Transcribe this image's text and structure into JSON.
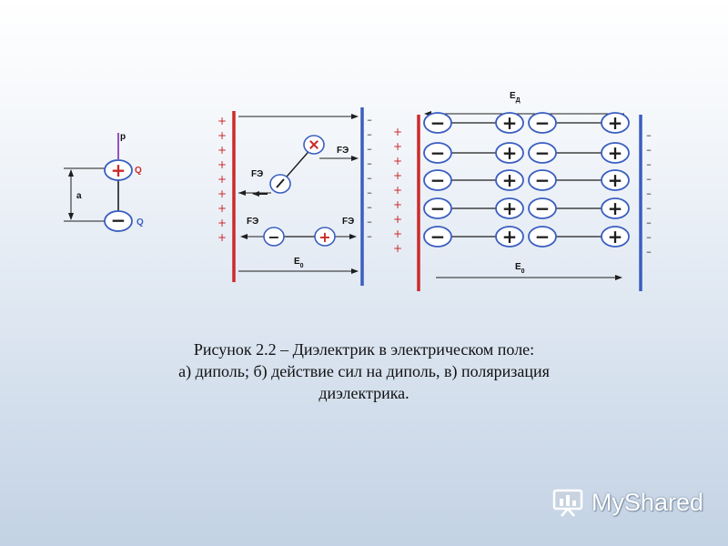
{
  "panel_a": {
    "p_label": "p",
    "q_top_label": "Q",
    "q_bottom_label": "Q",
    "a_label": "a",
    "plus_sign": "+",
    "minus_sign": "−"
  },
  "panel_b": {
    "plus_column": [
      "+",
      "+",
      "+",
      "+",
      "+",
      "+",
      "+",
      "+",
      "+"
    ],
    "minus_column": [
      "–",
      "–",
      "–",
      "–",
      "–",
      "–",
      "–",
      "–",
      "–"
    ],
    "force_label": "FЭ",
    "field_label": "E",
    "field_subscript": "0",
    "minus_sign": "−",
    "plus_sign": "+"
  },
  "panel_c": {
    "plus_column": [
      "+",
      "+",
      "+",
      "+",
      "+",
      "+",
      "+",
      "+",
      "+"
    ],
    "minus_column": [
      "–",
      "–",
      "–",
      "–",
      "–",
      "–",
      "–",
      "–",
      "–"
    ],
    "ed_label": "E",
    "ed_subscript": "Д",
    "field_label": "E",
    "field_subscript": "0",
    "minus_sign": "−",
    "plus_sign": "+"
  },
  "caption": {
    "line1": "Рисунок 2.2 – Диэлектрик в электрическом поле:",
    "line2": "а) диполь; б) действие сил на диполь, в) поляризация",
    "line3": "диэлектрика."
  },
  "watermark": {
    "text": "MyShared"
  },
  "colors": {
    "red": "#cc2a2a",
    "blue": "#3a5ec0",
    "line": "#1e1e1e",
    "fill": "#ffffff"
  }
}
